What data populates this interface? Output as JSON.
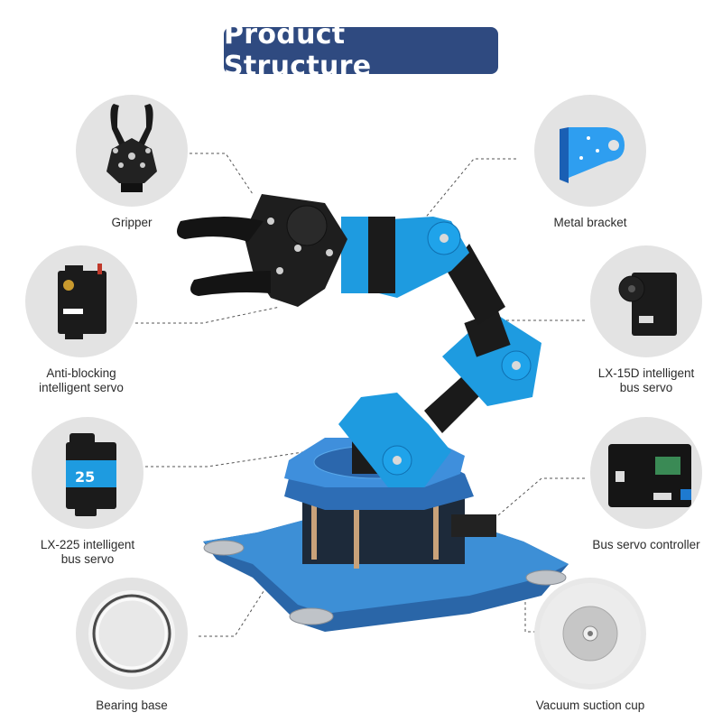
{
  "title": "Product Structure",
  "colors": {
    "title_bg": "#2f4a80",
    "title_text": "#ffffff",
    "circle_bg": "#e3e3e3",
    "accent_blue": "#1e9be0",
    "dark_metal": "#1c1c1c",
    "connector_line": "#555555"
  },
  "parts": {
    "gripper": {
      "label": "Gripper",
      "icon": "gripper-icon"
    },
    "anti_blocking_servo": {
      "label": "Anti-blocking\nintelligent servo",
      "line1": "Anti-blocking",
      "line2": "intelligent servo",
      "icon": "servo-icon"
    },
    "lx225_servo": {
      "line1": "LX-225 intelligent",
      "line2": "bus servo",
      "icon": "bus-servo-icon",
      "badge": "25"
    },
    "bearing_base": {
      "label": "Bearing base",
      "icon": "bearing-icon"
    },
    "metal_bracket": {
      "label": "Metal bracket",
      "icon": "bracket-icon"
    },
    "lx15d_servo": {
      "line1": "LX-15D intelligent",
      "line2": "bus servo",
      "icon": "servo-icon"
    },
    "bus_servo_controller": {
      "label": "Bus servo controller",
      "icon": "circuit-board-icon"
    },
    "vacuum_suction_cup": {
      "label": "Vacuum suction cup",
      "icon": "suction-cup-icon"
    }
  },
  "center_image": {
    "name": "6-DOF robotic arm",
    "icon": "robot-arm-icon"
  }
}
